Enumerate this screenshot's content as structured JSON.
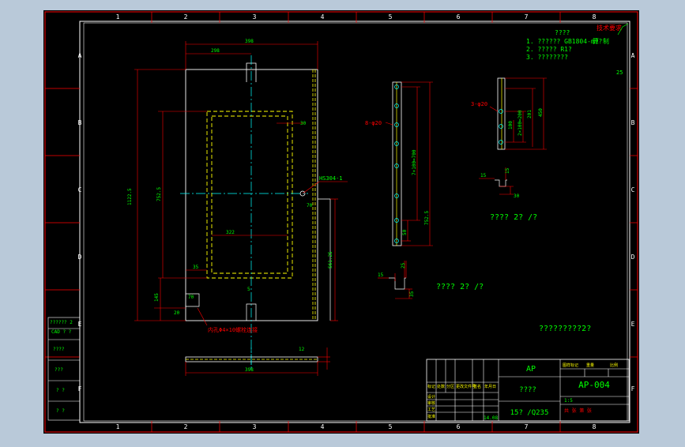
{
  "frame": {
    "top_zones": [
      "1",
      "2",
      "3",
      "4",
      "5",
      "6",
      "7",
      "8"
    ],
    "bottom_zones": [
      "1",
      "2",
      "3",
      "4",
      "5",
      "6",
      "7",
      "8"
    ],
    "left_zones": [
      "A",
      "B",
      "C",
      "D",
      "E",
      "F"
    ],
    "right_zones": [
      "A",
      "B",
      "C",
      "D",
      "E",
      "F"
    ]
  },
  "notes": {
    "heading": "????",
    "line1": "1. ?????? GB1804-m??",
    "line1_b": "算 制",
    "line2": "2. ????? R1?",
    "line3": "3. ????????",
    "roughness": "25",
    "stamp": "技术要求"
  },
  "main_view": {
    "dim_top_width": "398",
    "dim_top_slot": "298",
    "dim_height": "1122.5",
    "dim_inner_height": "752.5",
    "dim_inner_width": "322",
    "dim_left_offset": "35",
    "dim_right_inner": "30",
    "dim_bottom_left": "145",
    "dim_bottom_small": "20",
    "dim_notch": "70",
    "dim_right_height": "561.25",
    "dim_slot_small": "70",
    "part_callout": "HS304-1",
    "hole_callout": "内孔Φ4×10螺栓连接",
    "center_small": "5"
  },
  "bottom_view": {
    "dim_width": "398",
    "dim_thickness": "12"
  },
  "side_view": {
    "holes_label": "8-φ20",
    "dim_pitch": "7×100=700",
    "dim_half": "752.5",
    "dim_end": "50",
    "detail_label": "???? 2? /?",
    "detail_dim1": "15",
    "detail_dim2": "35",
    "detail_dim3": "25"
  },
  "right_view": {
    "holes_label": "3-φ20",
    "dim_pitch": "2×100=200",
    "dim_end": "100",
    "dim_mid": "201",
    "dim_total": "450",
    "detail_label": "????   2? /?",
    "detail_dim1": "15",
    "detail_dim2": "15",
    "detail_dim3": "30"
  },
  "center_note": "?????????2?",
  "left_table": {
    "r1": "?????? 2",
    "r1b": "CAD ? ?",
    "r2": "????",
    "r3": "???",
    "r4": "?  ?",
    "r5": "?  ?"
  },
  "title_block": {
    "company": "AP",
    "drawing_no": "AP-004",
    "part_name": "????",
    "material": "15? /Q235",
    "scale": "1:5",
    "headers": [
      "标记",
      "处数",
      "分区",
      "更改文件号",
      "签名",
      "年月日"
    ],
    "rows": [
      "设计",
      "审核",
      "工艺",
      "批准"
    ],
    "right_headers": [
      "图样标记",
      "重量",
      "比例"
    ],
    "sheet": "共 张 第 张",
    "date": "14.08"
  }
}
